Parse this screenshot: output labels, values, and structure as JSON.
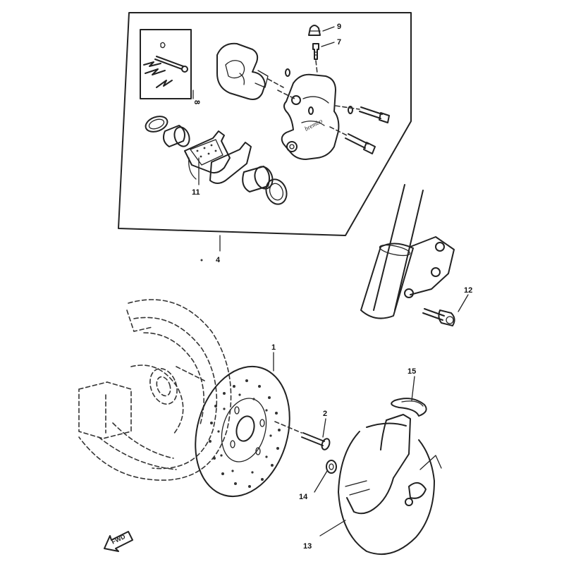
{
  "callouts": {
    "c1": "1",
    "c2": "2",
    "c4": "4",
    "c7": "7",
    "c8": "8",
    "c9": "9",
    "c11": "11",
    "c12": "12",
    "c13": "13",
    "c14": "14",
    "c15": "15"
  },
  "caliper_brand": "brembo",
  "direction_label": "FWD"
}
